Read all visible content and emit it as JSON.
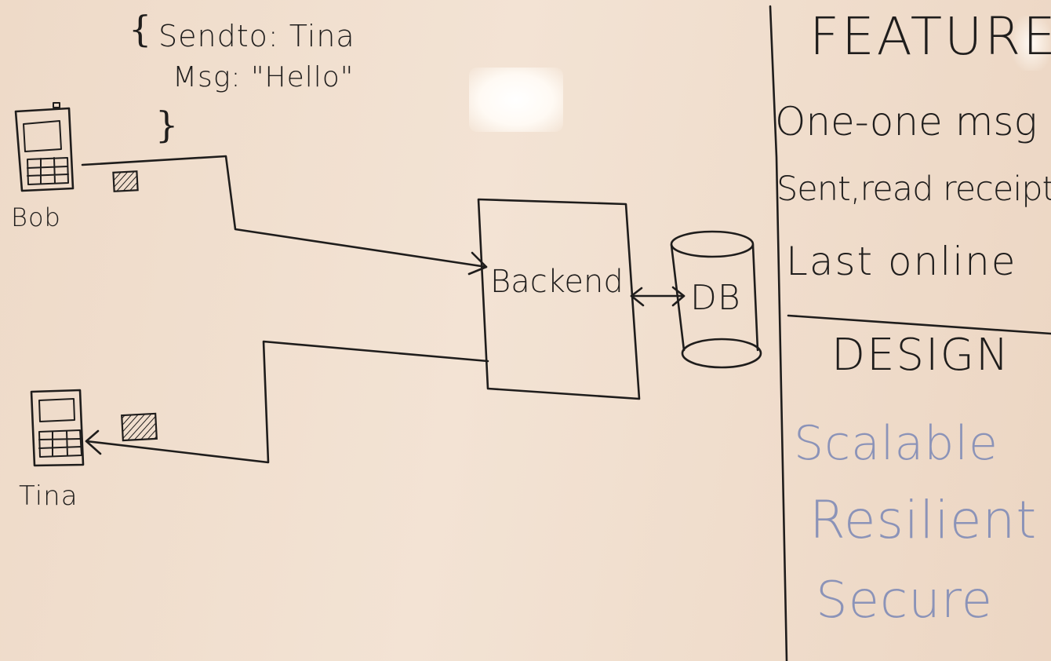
{
  "message_payload": {
    "line1": "Sendto: Tina",
    "line2": "Msg: \"Hello\"",
    "open_brace": "{",
    "close_brace": "}"
  },
  "nodes": {
    "sender": "Bob",
    "receiver": "Tina",
    "backend": "Backend",
    "database": "DB"
  },
  "features": {
    "heading": "FEATURES",
    "items": [
      "One-one msg",
      "Sent,read receipt",
      "Last online"
    ]
  },
  "design": {
    "heading": "DESIGN",
    "items": [
      "Scalable",
      "Resilient",
      "Secure"
    ]
  },
  "colors": {
    "board": "#f0ddcc",
    "ink": "#1f1d1c",
    "blue_marker": "#8b93b8"
  }
}
